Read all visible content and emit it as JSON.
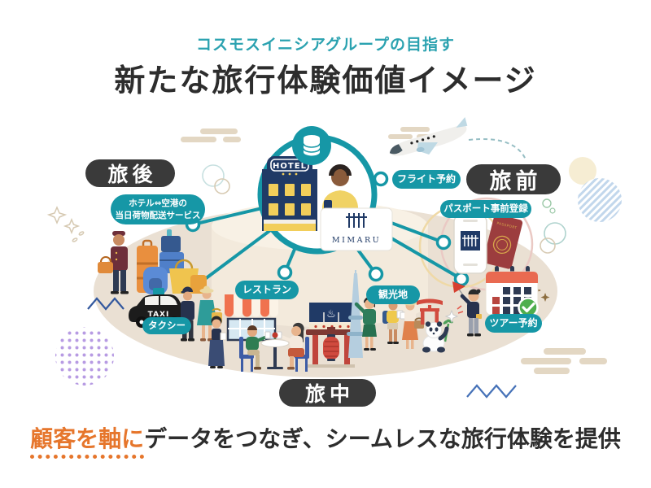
{
  "header": {
    "subtitle": "コスモスイニシアグループの目指す",
    "title": "新たな旅行体験価値イメージ"
  },
  "phases": {
    "post_travel": "旅後",
    "pre_travel": "旅前",
    "during_travel": "旅中"
  },
  "services": {
    "luggage_delivery_line1": "ホテル⇔空港の",
    "luggage_delivery_line2": "当日荷物配送サービス",
    "flight_booking": "フライト予約",
    "passport_registration": "パスポート事前登録",
    "tour_booking": "ツアー予約",
    "taxi": "タクシー",
    "restaurant": "レストラン",
    "sightseeing": "観光地"
  },
  "hub": {
    "hotel_sign": "HOTEL",
    "brand": "MIMARU"
  },
  "labels": {
    "taxi_sign": "TAXI",
    "passport_cover": "PASSPORT"
  },
  "icons": {
    "onsen": "♨"
  },
  "footer": {
    "highlight": "顧客を軸に",
    "rest": "データをつなぎ、シームレスな旅行体験を提供"
  },
  "colors": {
    "teal": "#1697A6",
    "phase_dark": "#3A3A3A",
    "orange": "#E6762C",
    "ground_beige": "#EAE0D3",
    "navy": "#203A66",
    "subtitle_teal": "#2BA2B0"
  }
}
